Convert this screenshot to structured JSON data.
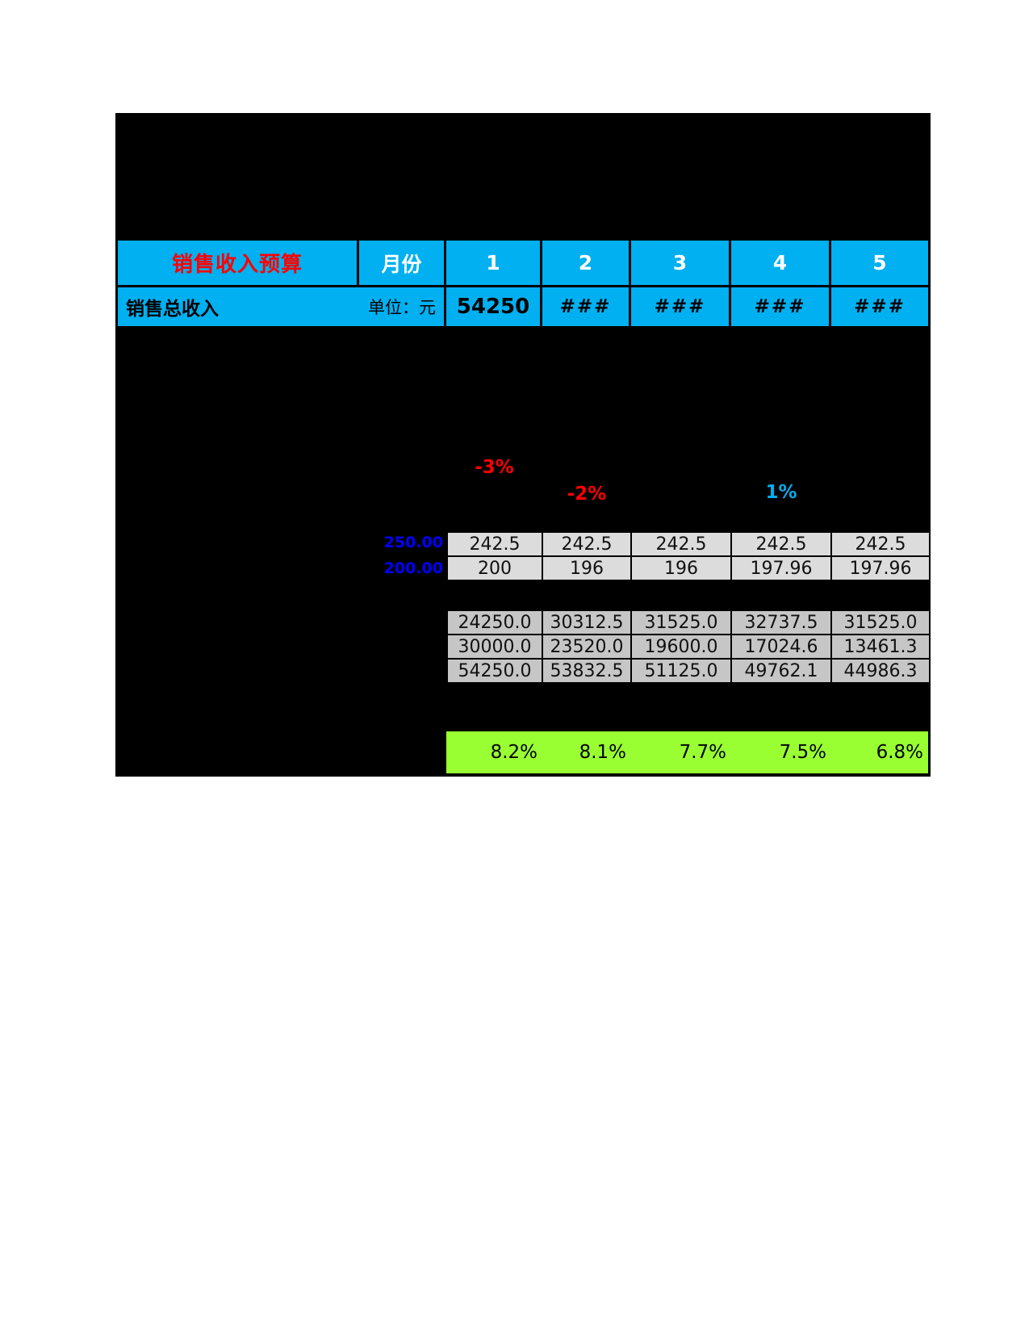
{
  "colors": {
    "panel": "#000000",
    "header_bg": "#00B0F0",
    "title_red": "#FF0000",
    "annotation_red": "#FF0000",
    "annotation_cyan": "#00AEEF",
    "side_label_blue": "#0000FF",
    "table1_bg": "#DCDCDC",
    "table2_bg": "#C6C6C6",
    "growth_bg": "#99FF33"
  },
  "header_table": {
    "title": "销售收入预算",
    "month_label": "月份",
    "month_numbers": [
      "1",
      "2",
      "3",
      "4",
      "5"
    ],
    "revenue_label": "销售总收入",
    "unit_label": "单位：元",
    "revenue_values": [
      "54250",
      "###",
      "###",
      "###",
      "###"
    ]
  },
  "annotations": {
    "col1_change": "-3%",
    "col2_change": "-2%",
    "col4_change": "1%"
  },
  "axis_labels": {
    "upper": "250.00",
    "lower": "200.00"
  },
  "price_table": {
    "rows": [
      [
        "242.5",
        "242.5",
        "242.5",
        "242.5",
        "242.5"
      ],
      [
        "200",
        "196",
        "196",
        "197.96",
        "197.96"
      ]
    ]
  },
  "revenue_table": {
    "rows": [
      [
        "24250.0",
        "30312.5",
        "31525.0",
        "32737.5",
        "31525.0"
      ],
      [
        "30000.0",
        "23520.0",
        "19600.0",
        "17024.6",
        "13461.3"
      ],
      [
        "54250.0",
        "53832.5",
        "51125.0",
        "49762.1",
        "44986.3"
      ]
    ]
  },
  "growth_row": {
    "values": [
      "8.2%",
      "8.1%",
      "7.7%",
      "7.5%",
      "6.8%"
    ]
  }
}
